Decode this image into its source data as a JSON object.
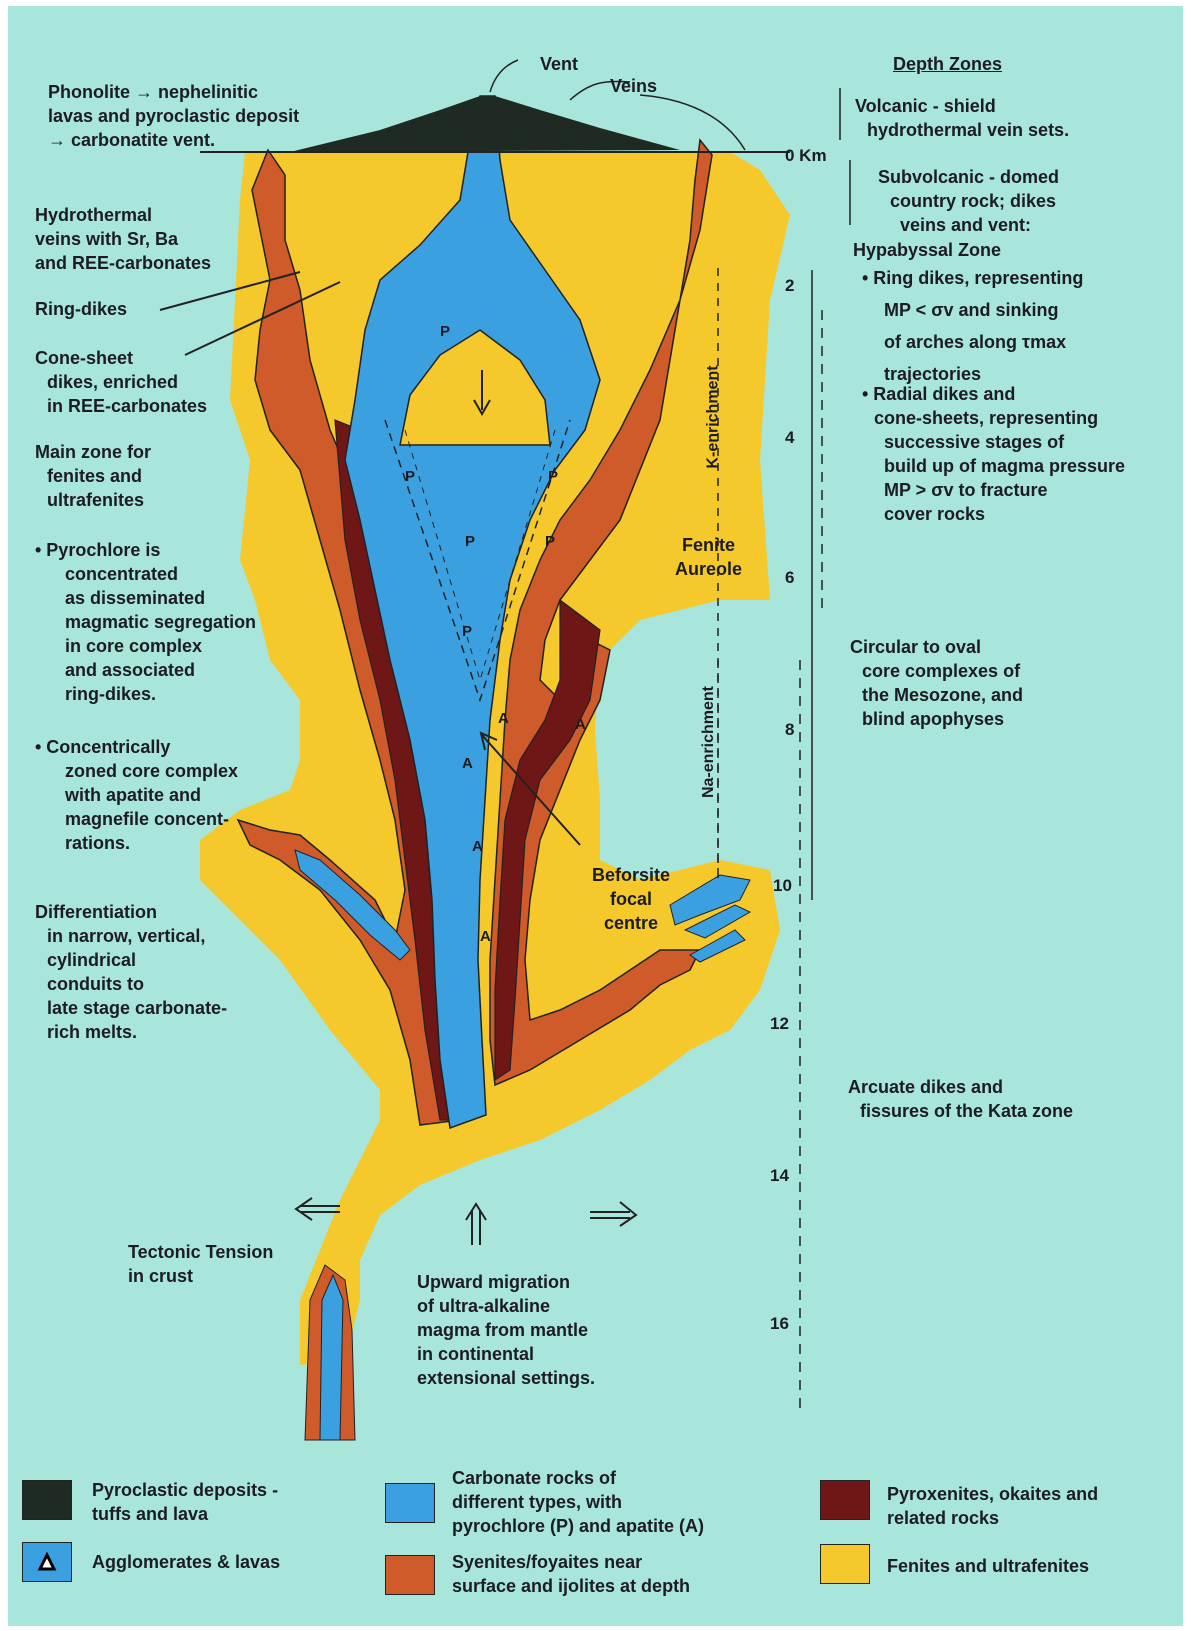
{
  "header": {
    "vent": "Vent",
    "veins": "Veins",
    "depth_zones_title": "Depth Zones",
    "zero_km": "0 Km"
  },
  "left_labels": {
    "phonolite": [
      "Phonolite → nephelinitic",
      "lavas and pyroclastic deposit",
      "→ carbonatite vent."
    ],
    "hydrothermal": [
      "Hydrothermal",
      "veins with Sr, Ba",
      "and REE-carbonates"
    ],
    "ring_dikes": "Ring-dikes",
    "cone_sheet": [
      "Cone-sheet",
      "dikes, enriched",
      "in REE-carbonates"
    ],
    "main_zone": [
      "Main zone for",
      "fenites and",
      "ultrafenites"
    ],
    "pyrochlore": [
      "• Pyrochlore is",
      "concentrated",
      "as disseminated",
      "magmatic segregation",
      "in core complex",
      "and associated",
      "ring-dikes."
    ],
    "concentric": [
      "• Concentrically",
      "zoned core complex",
      "with apatite and",
      "magnefile concent-",
      "rations."
    ],
    "differentiation": [
      "Differentiation",
      "in narrow, vertical,",
      "cylindrical",
      "conduits to",
      "late stage carbonate-",
      "rich melts."
    ],
    "tectonic": [
      "Tectonic Tension",
      "in crust"
    ]
  },
  "center_labels": {
    "upward": [
      "Upward migration",
      "of ultra-alkaline",
      "magma from mantle",
      "in continental",
      "extensional settings."
    ],
    "beforsite": [
      "Beforsite",
      "focal",
      "centre"
    ],
    "fenite_aureole": [
      "Fenite",
      "Aureole"
    ],
    "k_enrichment": "K-enrichment",
    "na_enrichment": "Na-enrichment",
    "p_mark": "P",
    "a_mark": "A"
  },
  "right_labels": {
    "volcanic": [
      "Volcanic - shield",
      "hydrothermal vein sets."
    ],
    "subvolcanic": [
      "Subvolcanic - domed",
      "country rock; dikes",
      "veins and vent:"
    ],
    "hypabyssal_title": "Hypabyssal Zone",
    "ring_dikes_repr": [
      "• Ring dikes, representing",
      "MP < σv and sinking",
      "of arches along τmax",
      "trajectories"
    ],
    "radial": [
      "• Radial dikes and",
      "cone-sheets, representing",
      "successive stages of",
      "build up of magma pressure",
      "MP > σv to fracture",
      "cover rocks"
    ],
    "circular": [
      "Circular to oval",
      "core complexes of",
      "the Mesozone, and",
      "blind apophyses"
    ],
    "arcuate": [
      "Arcuate dikes and",
      "fissures of the Kata zone"
    ]
  },
  "depth_ticks": [
    "2",
    "4",
    "6",
    "8",
    "10",
    "12",
    "14",
    "16"
  ],
  "legend": [
    {
      "label": [
        "Pyroclastic deposits -",
        "tuffs and lava"
      ],
      "color": "#1e2a22"
    },
    {
      "label": [
        "Agglomerates & lavas"
      ],
      "color": "#3aa0e0"
    },
    {
      "label": [
        "Carbonate rocks of",
        "different types, with",
        "pyrochlore (P) and apatite (A)"
      ],
      "color": "#3aa0e0"
    },
    {
      "label": [
        "Syenites/foyaites near",
        "surface and ijolites at depth"
      ],
      "color": "#cf5a2a"
    },
    {
      "label": [
        "Pyroxenites, okaites and",
        "related rocks"
      ],
      "color": "#6e1716"
    },
    {
      "label": [
        "Fenites and ultrafenites"
      ],
      "color": "#f5c82c"
    }
  ],
  "colors": {
    "background": "#a8e6dc",
    "fenite": "#f5c82c",
    "syenite": "#cf5a2a",
    "pyroxenite": "#6e1716",
    "carbonate": "#3aa0e0",
    "pyroclastic": "#1e2a22"
  }
}
